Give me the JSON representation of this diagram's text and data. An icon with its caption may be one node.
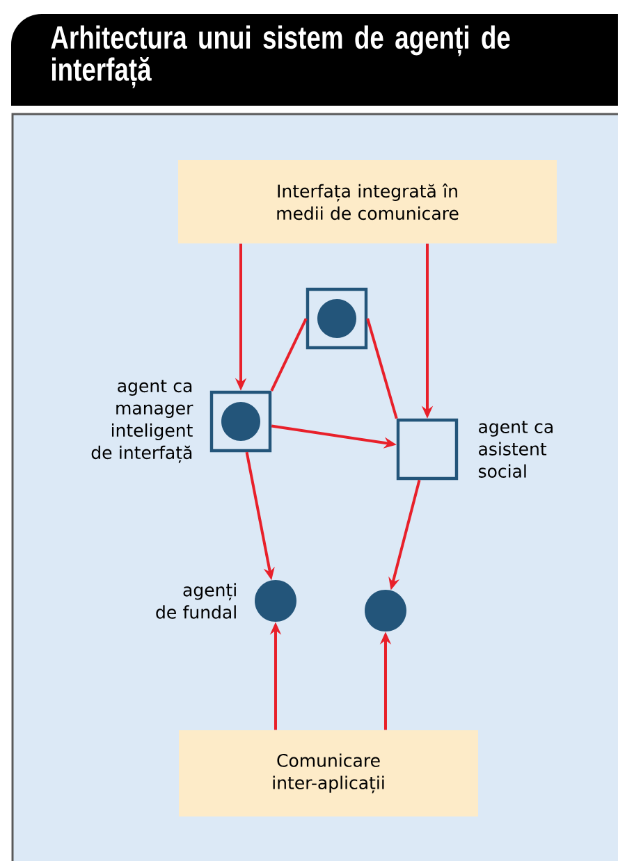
{
  "diagram": {
    "title": "Arhitectura unui sistem de agenți de interfață",
    "nodes": [
      {
        "text": [
          "Interfața integrată în medii de comunicare"
        ]
      },
      {
        "text": [],
        "shape": "box"
      },
      {
        "text": [],
        "shape": "circle",
        "in": 1
      },
      {
        "text": [],
        "shape": "box",
        "beside": [
          "agent ca manager inteligent de interfață"
        ]
      },
      {
        "text": [],
        "shape": "circle",
        "in": 3
      },
      {
        "text": [],
        "shape": "box",
        "beside": [
          "agent ca asistent social"
        ]
      },
      {
        "text": [],
        "shape": "circle",
        "beside": [
          "agenți de fundal"
        ]
      },
      {
        "text": [],
        "shape": "circle"
      },
      {
        "text": [
          "Comunicare inter-aplicații"
        ]
      }
    ],
    "edges": [
      {
        "from": 0,
        "to": 3,
        "arrow": "to"
      },
      {
        "from": 0,
        "to": 5,
        "arrow": "to"
      },
      {
        "from": 1,
        "to": 3,
        "arrow": "none"
      },
      {
        "from": 1,
        "to": 5,
        "arrow": "none"
      },
      {
        "from": 3,
        "to": 5,
        "arrow": "to"
      },
      {
        "from": 3,
        "to": 6,
        "arrow": "to"
      },
      {
        "from": 5,
        "to": 7,
        "arrow": "to"
      },
      {
        "from": 8,
        "to": 6,
        "arrow": "to"
      },
      {
        "from": 8,
        "to": 7,
        "arrow": "to"
      }
    ]
  }
}
